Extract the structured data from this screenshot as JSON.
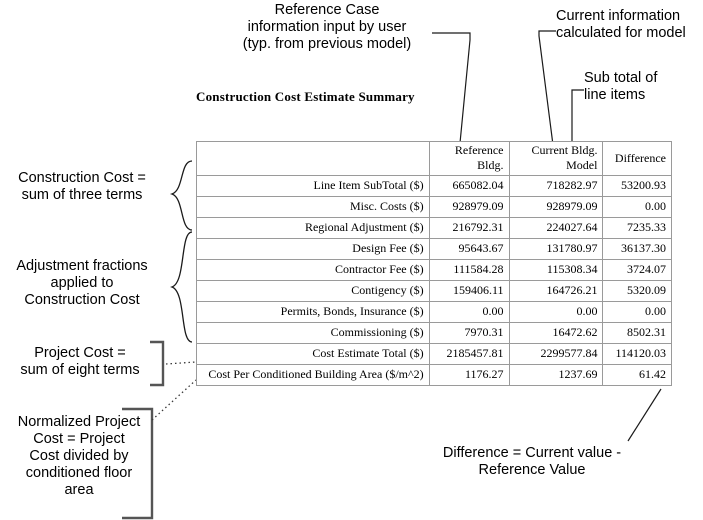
{
  "title": "Construction Cost Estimate Summary",
  "table": {
    "columns": [
      "",
      "Reference Bldg.",
      "Current Bldg. Model",
      "Difference"
    ],
    "rows": [
      {
        "label": "Line Item SubTotal ($)",
        "reference": "665082.04",
        "current": "718282.97",
        "difference": "53200.93"
      },
      {
        "label": "Misc. Costs ($)",
        "reference": "928979.09",
        "current": "928979.09",
        "difference": "0.00"
      },
      {
        "label": "Regional Adjustment ($)",
        "reference": "216792.31",
        "current": "224027.64",
        "difference": "7235.33"
      },
      {
        "label": "Design Fee ($)",
        "reference": "95643.67",
        "current": "131780.97",
        "difference": "36137.30"
      },
      {
        "label": "Contractor Fee ($)",
        "reference": "111584.28",
        "current": "115308.34",
        "difference": "3724.07"
      },
      {
        "label": "Contigency ($)",
        "reference": "159406.11",
        "current": "164726.21",
        "difference": "5320.09"
      },
      {
        "label": "Permits, Bonds, Insurance ($)",
        "reference": "0.00",
        "current": "0.00",
        "difference": "0.00"
      },
      {
        "label": "Commissioning ($)",
        "reference": "7970.31",
        "current": "16472.62",
        "difference": "8502.31"
      },
      {
        "label": "Cost Estimate Total ($)",
        "reference": "2185457.81",
        "current": "2299577.84",
        "difference": "114120.03"
      },
      {
        "label": "Cost Per Conditioned Building Area ($/m^2)",
        "reference": "1176.27",
        "current": "1237.69",
        "difference": "61.42"
      }
    ]
  },
  "annotations": {
    "reference_case": "Reference Case\ninformation input by user\n(typ. from previous model)",
    "current_info": "Current information\ncalculated for model",
    "sub_total": "Sub total of\nline items",
    "construction_cost": "Construction Cost =\nsum of three terms",
    "adjustment_fractions": "Adjustment fractions\napplied to\nConstruction Cost",
    "project_cost": "Project Cost =\nsum of eight terms",
    "normalized_project_cost": "Normalized Project\nCost = Project\nCost divided by\nconditioned floor\narea",
    "difference": "Difference = Current value -\nReference Value"
  },
  "colors": {
    "background": "#ffffff",
    "text": "#000000",
    "table_border": "#9a9a9a",
    "leader_line": "#1a1a1a",
    "bracket": "#555555"
  }
}
